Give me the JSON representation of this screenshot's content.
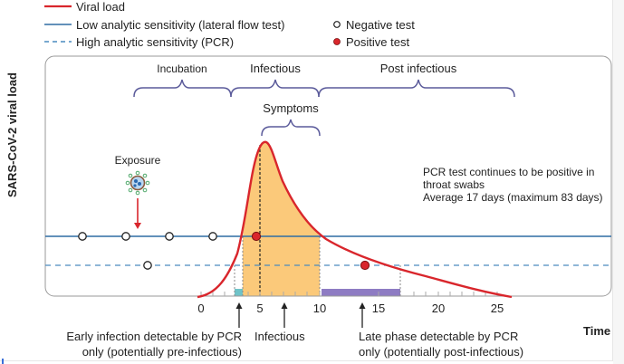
{
  "legend": {
    "items": [
      {
        "label": "Viral load",
        "style": "red-solid-line",
        "color": "#d9262c"
      },
      {
        "label": "Low analytic sensitivity (lateral flow test)",
        "style": "blue-solid-line",
        "color": "#2e6da4"
      },
      {
        "label": "High analytic sensitivity (PCR)",
        "style": "blue-dashed-line",
        "color": "#4a8bbf"
      },
      {
        "label": "Negative test",
        "style": "open-circle",
        "color": "#222222"
      },
      {
        "label": "Positive test",
        "style": "red-filled-circle",
        "color": "#d9262c"
      }
    ]
  },
  "y_axis_label": "SARS-CoV-2 viral load",
  "x_axis_label": "Time",
  "phases": {
    "incubation": "Incubation",
    "infectious": "Infectious",
    "post_infectious": "Post infectious",
    "symptoms": "Symptoms"
  },
  "exposure_label": "Exposure",
  "pcr_note": {
    "line1": "PCR test continues to be positive in",
    "line2": "throat swabs",
    "line3": "Average 17 days (maximum 83 days)"
  },
  "annotations": {
    "early_line1": "Early infection detectable by PCR",
    "early_line2": "only (potentially pre-infectious)",
    "infectious": "Infectious",
    "late_line1": "Late phase detectable by PCR",
    "late_line2": "only (potentially post-infectious)"
  },
  "ticks": [
    "0",
    "5",
    "10",
    "15",
    "20",
    "25"
  ],
  "colors": {
    "viral_load": "#d9262c",
    "lateral_flow": "#2e6da4",
    "pcr": "#4a8bbf",
    "infectious_fill": "#fbc97a",
    "early_bar": "#6fc3c8",
    "late_bar": "#8e7cc3",
    "brace": "#5a5a9a"
  },
  "chart_data": {
    "type": "line",
    "title": "",
    "xlabel": "Time",
    "ylabel": "SARS-CoV-2 viral load",
    "x_ticks": [
      0,
      5,
      10,
      15,
      20,
      25
    ],
    "xlim": [
      -13,
      28
    ],
    "series": [
      {
        "name": "Viral load",
        "x": [
          0,
          2,
          3,
          4,
          5,
          5.5,
          6,
          7,
          8,
          10,
          12,
          15,
          17,
          20,
          23,
          26
        ],
        "values": [
          0,
          0.15,
          0.35,
          0.6,
          0.92,
          1.0,
          0.97,
          0.75,
          0.58,
          0.4,
          0.3,
          0.21,
          0.16,
          0.11,
          0.06,
          0.0
        ]
      },
      {
        "name": "Low analytic sensitivity (lateral flow test) threshold",
        "value": 0.4
      },
      {
        "name": "High analytic sensitivity (PCR) threshold",
        "value": 0.2
      }
    ],
    "tests": [
      {
        "type": "negative",
        "test": "lateral flow",
        "x": -10
      },
      {
        "type": "negative",
        "test": "lateral flow",
        "x": -6.3
      },
      {
        "type": "negative",
        "test": "lateral flow",
        "x": -2.6
      },
      {
        "type": "negative",
        "test": "lateral flow",
        "x": 1.0
      },
      {
        "type": "positive",
        "test": "lateral flow",
        "x": 4.7
      },
      {
        "type": "negative",
        "test": "PCR",
        "x": -4.5
      },
      {
        "type": "positive",
        "test": "PCR",
        "x": 13.8
      }
    ],
    "regions": [
      {
        "name": "Early infection detectable by PCR only",
        "from": 3,
        "to": 3.5
      },
      {
        "name": "Infectious",
        "from": 3.5,
        "to": 10
      },
      {
        "name": "Late phase detectable by PCR only",
        "from": 10,
        "to": 17
      }
    ],
    "phases": [
      {
        "name": "Incubation",
        "from": -5.5,
        "to": 2.5
      },
      {
        "name": "Infectious",
        "from": 2.5,
        "to": 10
      },
      {
        "name": "Post infectious",
        "from": 10,
        "to": 26.5
      },
      {
        "name": "Symptoms",
        "from": 5,
        "to": 10
      }
    ],
    "exposure_x": -5,
    "symptom_onset_x": 5,
    "grid": false,
    "legend_position": "top-left"
  }
}
